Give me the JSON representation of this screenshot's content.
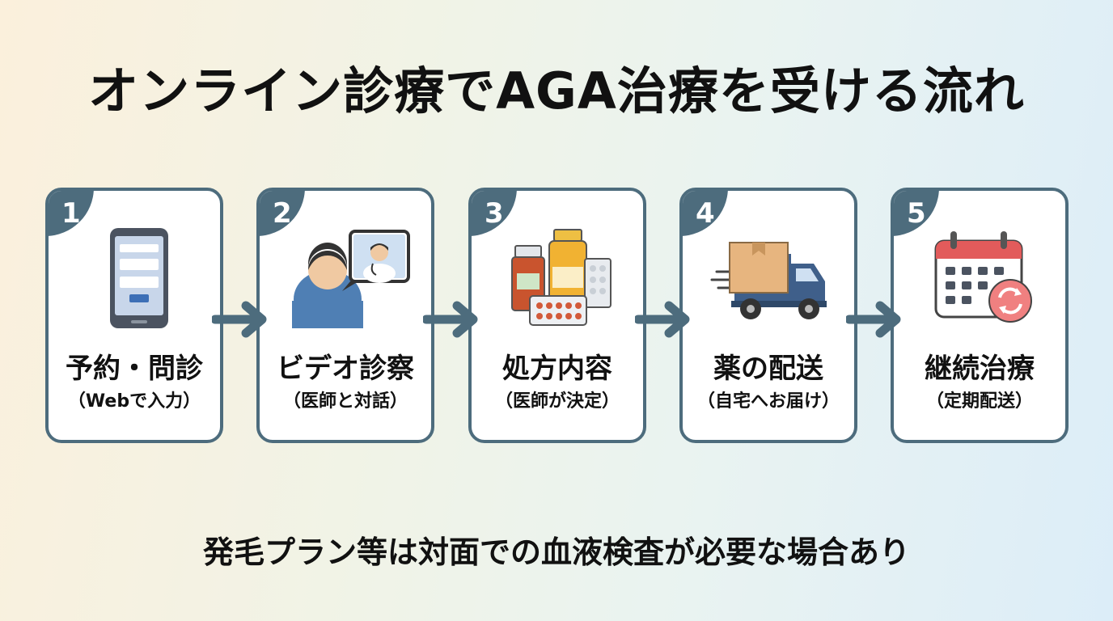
{
  "title": "オンライン診療でAGA治療を受ける流れ",
  "steps": [
    {
      "number": "1",
      "label": "予約・問診",
      "sub": "（Webで入力）",
      "icon": "smartphone-form-icon"
    },
    {
      "number": "2",
      "label": "ビデオ診察",
      "sub": "（医師と対話）",
      "icon": "video-call-doctor-icon"
    },
    {
      "number": "3",
      "label": "処方内容",
      "sub": "（医師が決定）",
      "icon": "medicine-bottles-icon"
    },
    {
      "number": "4",
      "label": "薬の配送",
      "sub": "（自宅へお届け）",
      "icon": "delivery-truck-icon"
    },
    {
      "number": "5",
      "label": "継続治療",
      "sub": "（定期配送）",
      "icon": "calendar-refresh-icon"
    }
  ],
  "note": "発毛プラン等は対面での血液検査が必要な場合あり",
  "colors": {
    "accent": "#4d6c7d",
    "card": "#ffffff",
    "text": "#111111"
  }
}
